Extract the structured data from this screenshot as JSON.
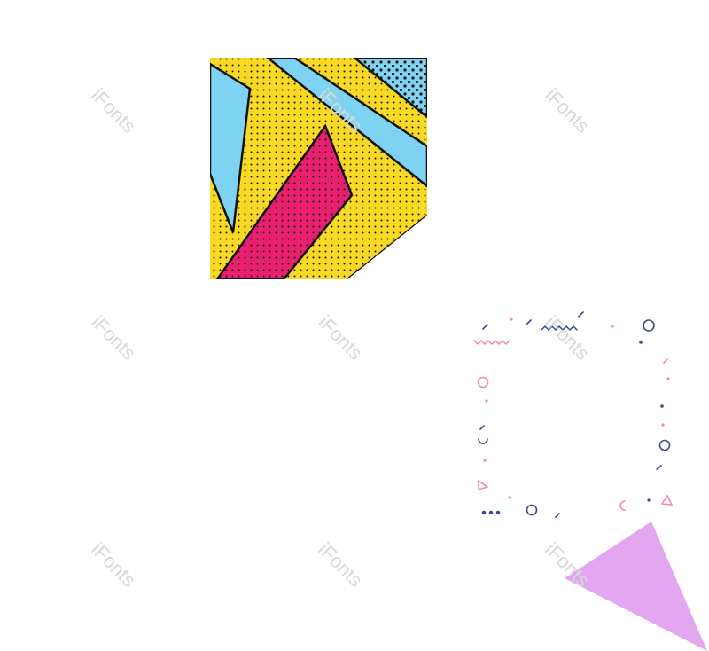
{
  "watermark": {
    "text": "iFonts"
  },
  "colors": {
    "yellow": "#f9d923",
    "light_blue": "#7fd3f2",
    "magenta": "#e8206e",
    "black": "#111111",
    "navy": "#3f4c8c",
    "pink": "#f08aa8",
    "violet": "#e3a6f0",
    "watermark_gray": "#d8d8d8"
  },
  "icons": [
    "pop-art-square",
    "confetti-frame",
    "violet-triangle"
  ]
}
